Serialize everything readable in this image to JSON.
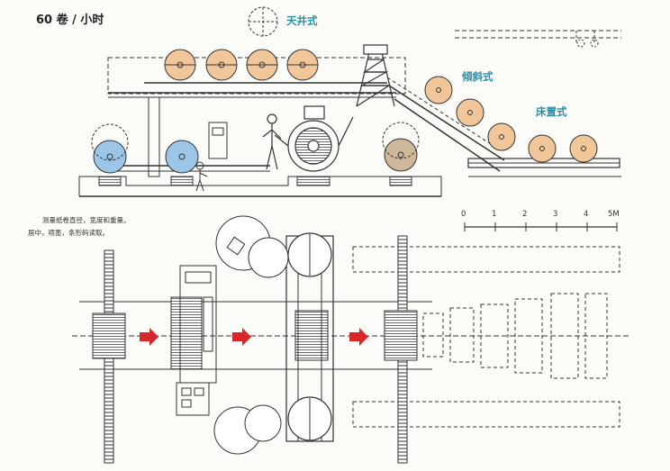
{
  "header": {
    "title": "60 卷 / 小时"
  },
  "labels": {
    "overhead": "天井式",
    "inclined": "傾斜式",
    "floor": "床置式"
  },
  "notes": {
    "line1": "测量纸卷直径，宽度和重量。",
    "line2": "居中，喷墨，条形码读取。"
  },
  "scale": {
    "ticks": [
      "0",
      "1",
      "2",
      "3",
      "4",
      "5M"
    ]
  },
  "colors": {
    "roll_orange": "#f1c79a",
    "roll_blue": "#9cc6e8",
    "roll_tan": "#cdb89a",
    "arrow_red": "#d9262b",
    "label_teal": "#2a8fa6",
    "line": "#333333"
  }
}
